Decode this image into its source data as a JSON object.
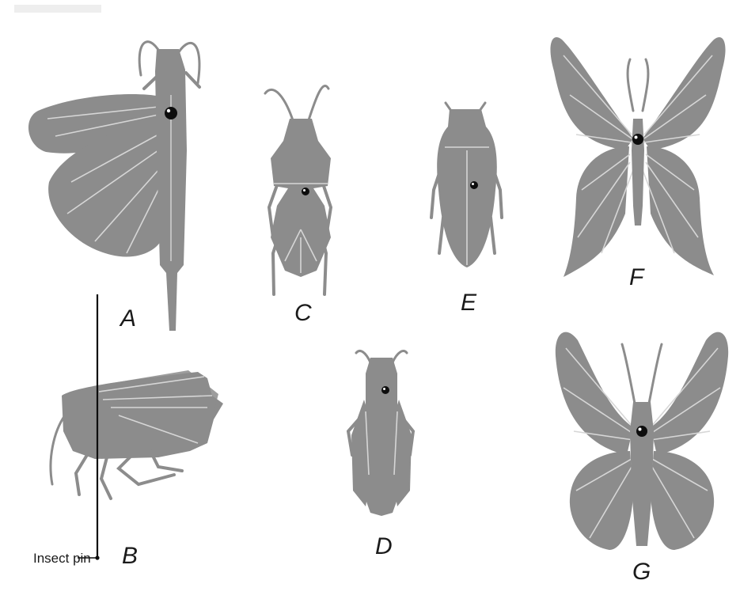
{
  "figure": {
    "specimens": [
      {
        "id": "a",
        "label": "A"
      },
      {
        "id": "b",
        "label": "B"
      },
      {
        "id": "c",
        "label": "C"
      },
      {
        "id": "d",
        "label": "D"
      },
      {
        "id": "e",
        "label": "E"
      },
      {
        "id": "f",
        "label": "F"
      },
      {
        "id": "g",
        "label": "G"
      }
    ],
    "pin_label": "Insect pin"
  }
}
